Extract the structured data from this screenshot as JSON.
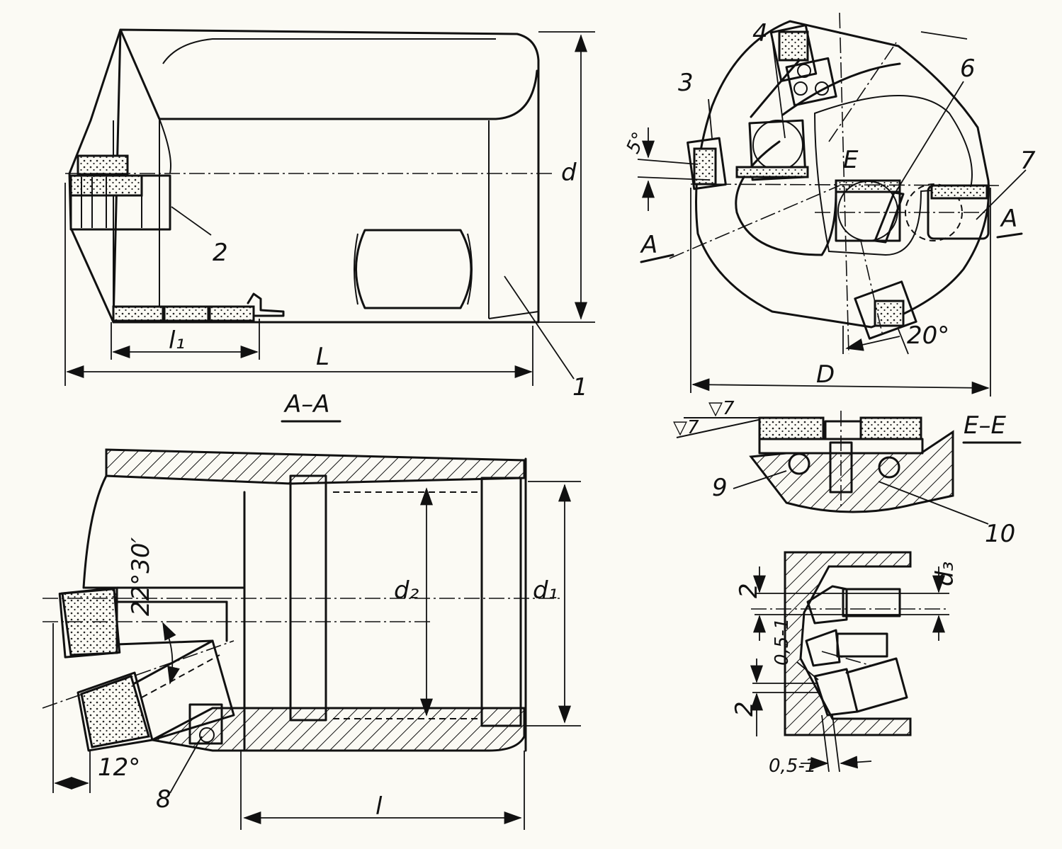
{
  "labels": {
    "part1": "1",
    "part2": "2",
    "part3": "3",
    "part4": "4",
    "part6": "6",
    "part7": "7",
    "part8": "8",
    "part9": "9",
    "part10": "10",
    "point_e": "E",
    "sect_a_left": "A",
    "sect_a_right": "A"
  },
  "dimensions": {
    "d": "d",
    "L": "L",
    "l1": "l₁",
    "D": "D",
    "l": "l",
    "d1": "d₁",
    "d2": "d₂",
    "d3": "d₃",
    "gap_top": "2",
    "gap_bottom": "2",
    "tol_vertical": "0,5-1",
    "tol_horizontal": "0,5-1"
  },
  "angles": {
    "a5": "5°",
    "a20": "20°",
    "a12": "12°",
    "a22": "22°30′"
  },
  "sections": {
    "aa": "A–A",
    "ee": "E–E"
  },
  "roughness": {
    "r1": "▽7",
    "r2": "▽7"
  }
}
